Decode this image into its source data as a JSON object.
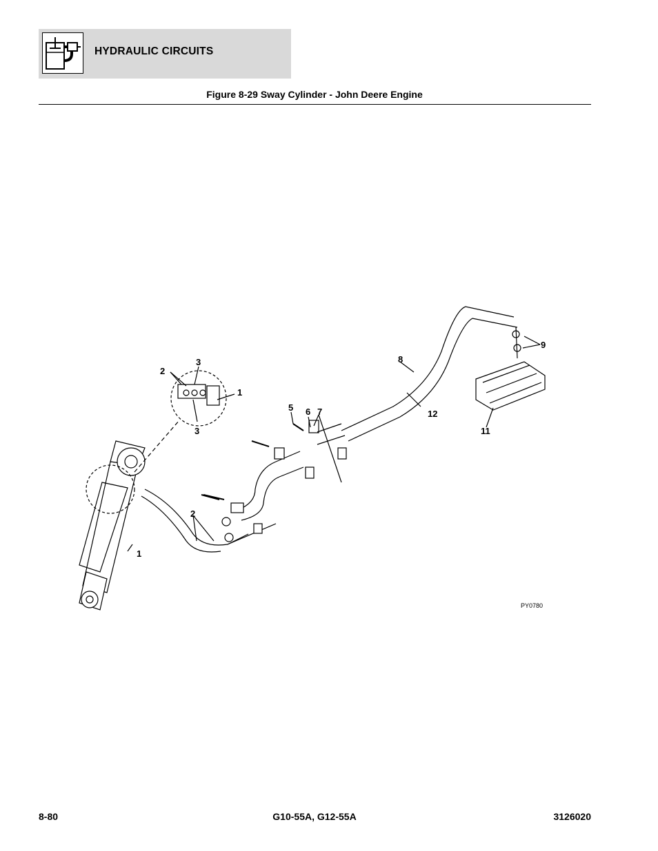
{
  "header": {
    "section_title": "HYDRAULIC CIRCUITS",
    "icon": "hydraulic-reservoir-icon"
  },
  "figure": {
    "title": "Figure 8-29 Sway Cylinder - John Deere Engine",
    "art_id": "PY0780",
    "callouts": {
      "c1a": "1",
      "c1b": "1",
      "c2a": "2",
      "c2b": "2",
      "c3a": "3",
      "c3b": "3",
      "c5": "5",
      "c6": "6",
      "c7": "7",
      "c8": "8",
      "c9": "9",
      "c11": "11",
      "c12": "12"
    }
  },
  "footer": {
    "page_number": "8-80",
    "models": "G10-55A, G12-55A",
    "doc_number": "3126020"
  }
}
